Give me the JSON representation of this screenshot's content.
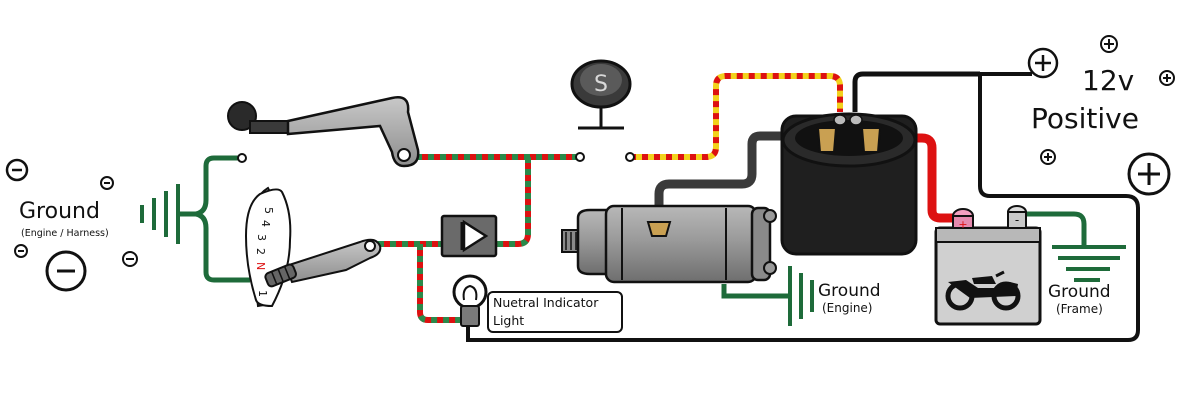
{
  "labels": {
    "ground_left": "Ground",
    "ground_left_sub": "(Engine / Harness)",
    "ground_engine": "Ground",
    "ground_engine_sub": "(Engine)",
    "ground_frame": "Ground",
    "ground_frame_sub": "(Frame)",
    "positive_line1": "12v",
    "positive_line2": "Positive",
    "neutral_line1": "Nuetral Indicator",
    "neutral_line2": "Light",
    "start_button": "S",
    "battery_plus": "+",
    "battery_minus": "-",
    "plus_symbol": "+",
    "minus_symbol": "-"
  },
  "gear_positions": [
    "5",
    "4",
    "3",
    "2",
    "N",
    "1"
  ],
  "colors": {
    "ground_wire": "#1e6b3a",
    "positive_wire": "#dd1111",
    "signal_stripe_a": "#f2d21c",
    "signal_stripe_b": "#dd1111",
    "neutral_stripe_a": "#dd1111",
    "neutral_stripe_b": "#2a8a4a",
    "black_wire": "#111111",
    "dark_wire": "#3a3a3a"
  }
}
